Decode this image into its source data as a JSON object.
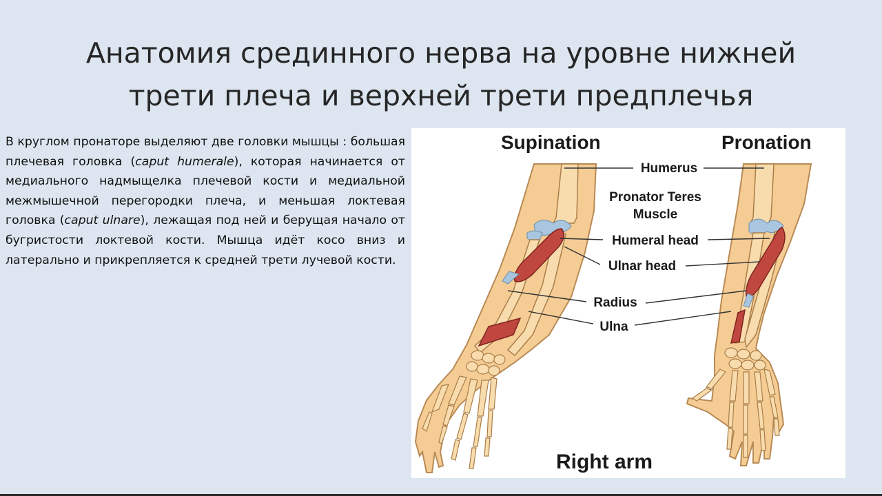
{
  "slide": {
    "title": "Анатомия срединного нерва на уровне нижней трети плеча и верхней трети предплечья",
    "text_parts": {
      "p1": "В круглом пронаторе выделяют две головки мышцы : большая плечевая головка (",
      "i1": "caput humerale",
      "p2": "), которая начинается от медиального надмыщелка плечевой кости и медиальной межмышечной перегородки плеча, и меньшая локтевая головка (",
      "i2": "caput ulnare",
      "p3": "), лежащая под ней и берущая начало от бугристости локтевой кости. Мышца идёт косо вниз и латерально и прикрепляется к средней трети лучевой кости."
    }
  },
  "figure": {
    "left_heading": "Supination",
    "right_heading": "Pronation",
    "labels": {
      "humerus": "Humerus",
      "pronator_line1": "Pronator Teres",
      "pronator_line2": "Muscle",
      "humeral_head": "Humeral head",
      "ulnar_head": "Ulnar head",
      "radius": "Radius",
      "ulna": "Ulna"
    },
    "caption": "Right arm",
    "colors": {
      "skin": "#f4cc94",
      "skin_outline": "#b88a55",
      "bone": "#f8dcae",
      "bone_outline": "#a97d48",
      "muscle": "#c0473f",
      "cartilage": "#a8c6df"
    }
  }
}
